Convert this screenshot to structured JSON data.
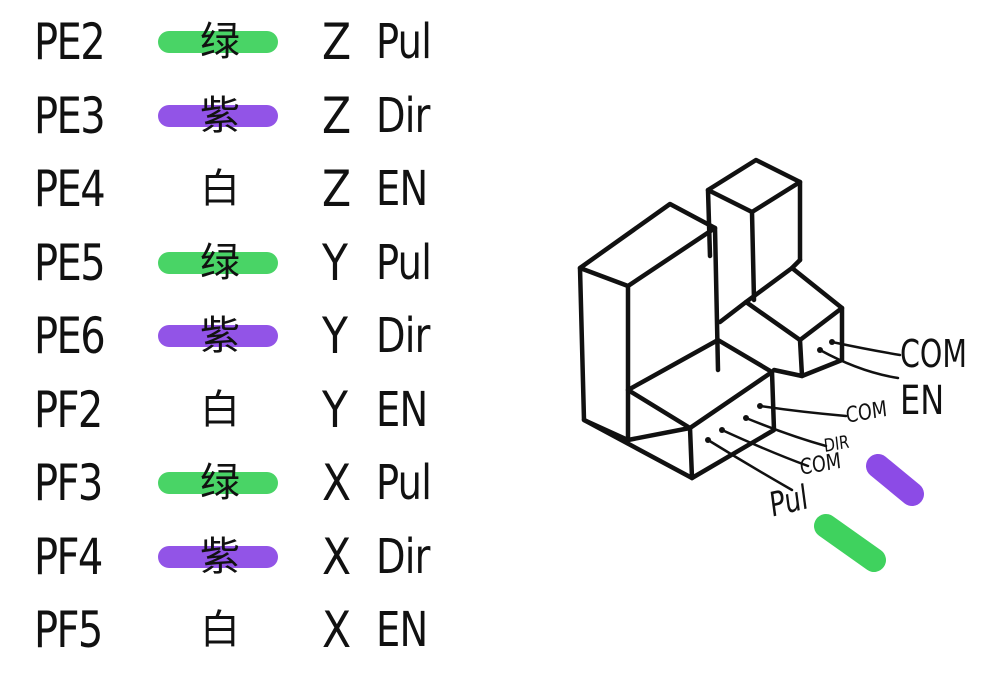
{
  "colors": {
    "green": "#3fd25e",
    "purple": "#8c4be6",
    "ink": "#111111"
  },
  "pin_table": [
    {
      "pin": "PE2",
      "color_name": "绿",
      "color_key": "green",
      "axis": "Z",
      "signal": "Pul"
    },
    {
      "pin": "PE3",
      "color_name": "紫",
      "color_key": "purple",
      "axis": "Z",
      "signal": "Dir"
    },
    {
      "pin": "PE4",
      "color_name": "白",
      "color_key": "white",
      "axis": "Z",
      "signal": "EN"
    },
    {
      "pin": "PE5",
      "color_name": "绿",
      "color_key": "green",
      "axis": "Y",
      "signal": "Pul"
    },
    {
      "pin": "PE6",
      "color_name": "紫",
      "color_key": "purple",
      "axis": "Y",
      "signal": "Dir"
    },
    {
      "pin": "PF2",
      "color_name": "白",
      "color_key": "white",
      "axis": "Y",
      "signal": "EN"
    },
    {
      "pin": "PF3",
      "color_name": "绿",
      "color_key": "green",
      "axis": "X",
      "signal": "Pul"
    },
    {
      "pin": "PF4",
      "color_name": "紫",
      "color_key": "purple",
      "axis": "X",
      "signal": "Dir"
    },
    {
      "pin": "PF5",
      "color_name": "白",
      "color_key": "white",
      "axis": "X",
      "signal": "EN"
    }
  ],
  "driver_labels": {
    "upper_com": "COM",
    "upper_en": "EN",
    "lower_com_top": "COM",
    "lower_dir": "DIR",
    "lower_com_bottom": "COM",
    "lower_pul": "Pul"
  }
}
